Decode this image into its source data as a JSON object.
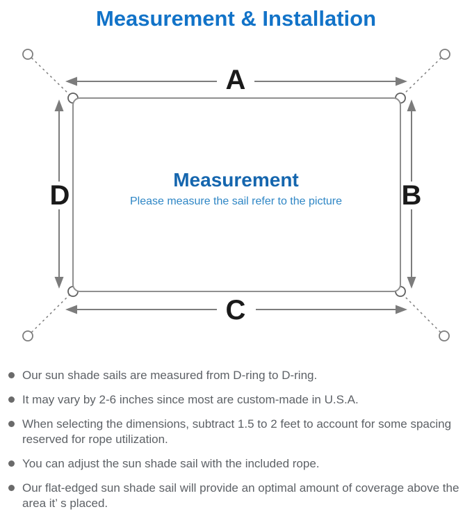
{
  "header": {
    "title": "Measurement & Installation",
    "title_color": "#1273c8"
  },
  "diagram": {
    "labels": {
      "top": "A",
      "right": "B",
      "bottom": "C",
      "left": "D"
    },
    "center": {
      "heading": "Measurement",
      "subheading": "Please measure the sail refer to the picture",
      "heading_color": "#1566ae",
      "subheading_color": "#2e86c5"
    },
    "colors": {
      "measure_arrow": "#7c7c7c",
      "sail_border": "#8f8f8f",
      "rope_dashed": "#7d7d7d",
      "dimension_label": "#1a1a1a"
    }
  },
  "notes": {
    "items": [
      "Our sun shade sails are measured from D-ring to D-ring.",
      "It may vary by 2-6 inches since most are custom-made in U.S.A.",
      "When selecting the dimensions, subtract 1.5 to 2 feet to account for some spacing reserved for rope utilization.",
      "You can adjust the sun shade sail with the included rope.",
      "Our flat-edged sun shade sail will provide an optimal amount of coverage above the area it’ s placed."
    ],
    "text_color": "#5d6166"
  }
}
